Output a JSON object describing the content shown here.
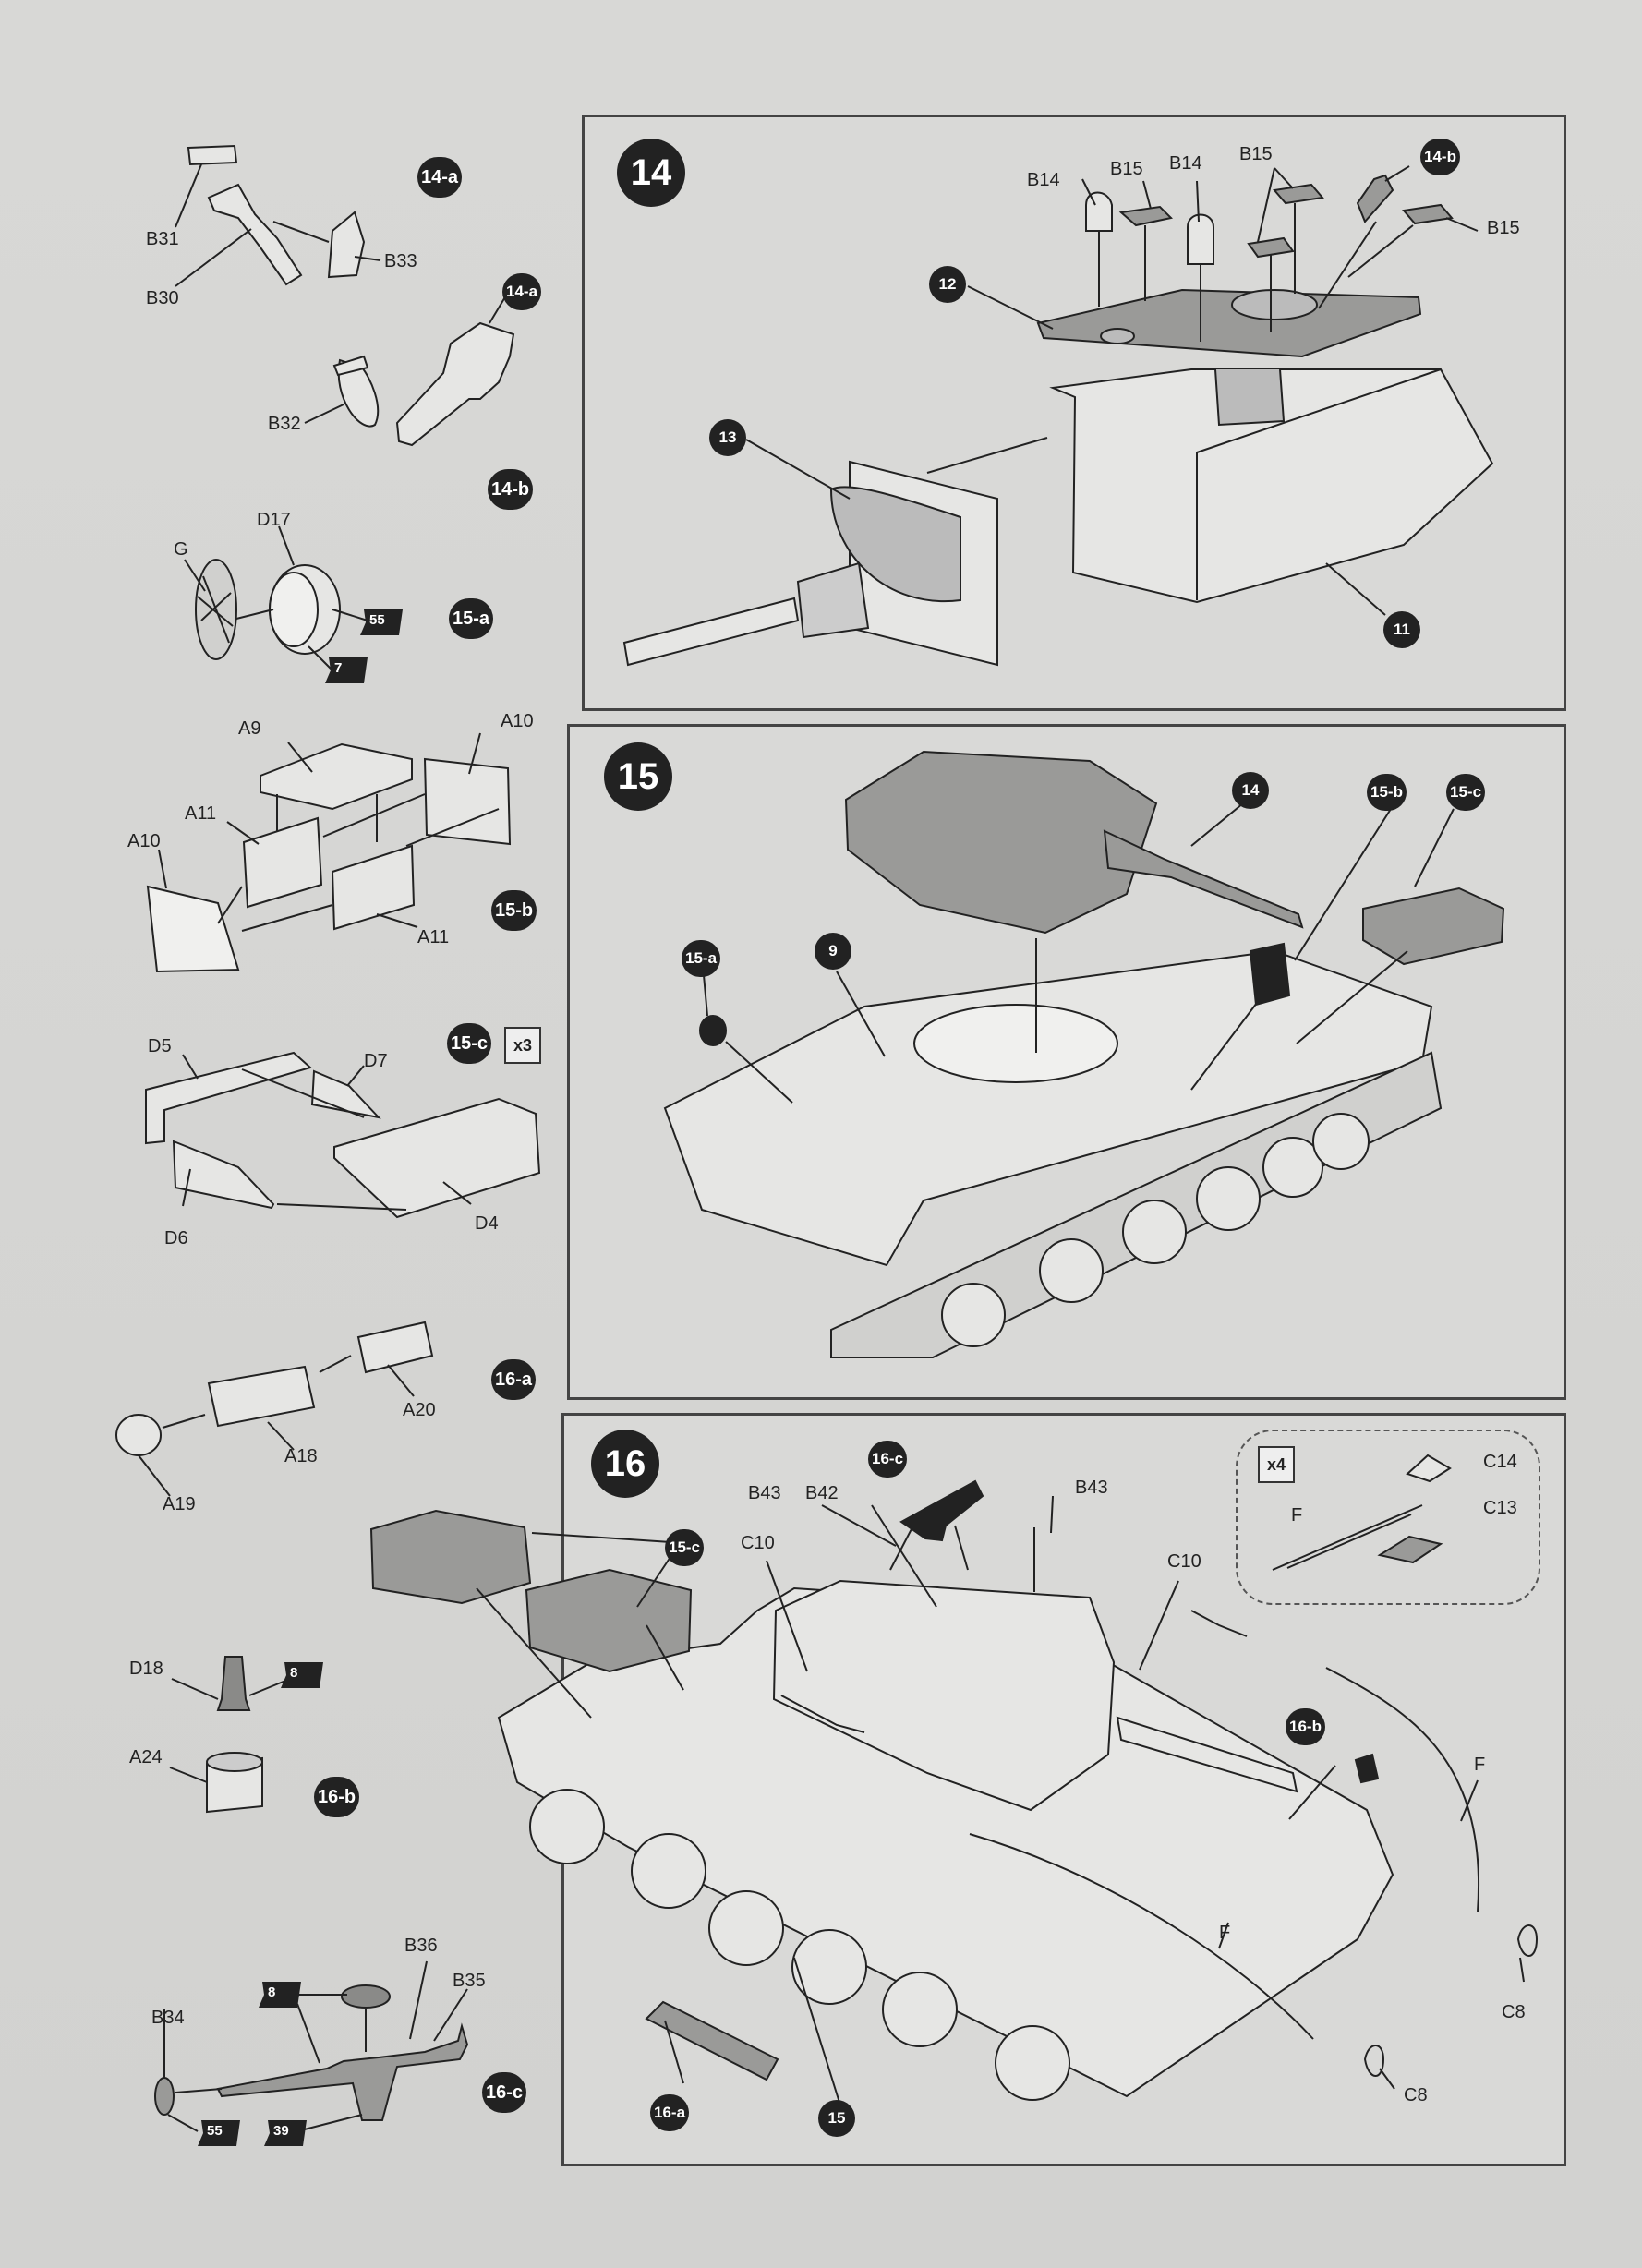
{
  "steps": {
    "s14": "14",
    "s15": "15",
    "s16": "16"
  },
  "subassemblies": {
    "t14a": "14-a",
    "t14b": "14-b",
    "t15a": "15-a",
    "t15b": "15-b",
    "t15c": "15-c",
    "t16a": "16-a",
    "t16b": "16-b",
    "t16c": "16-c"
  },
  "quantities": {
    "q15c": "x3",
    "q16": "x4"
  },
  "paints": {
    "p55": "55",
    "p7": "7",
    "p8": "8",
    "p39": "39"
  },
  "part_labels": {
    "B30": "B30",
    "B31": "B31",
    "B32": "B32",
    "B33": "B33",
    "B14": "B14",
    "B15": "B15",
    "B34": "B34",
    "B35": "B35",
    "B36": "B36",
    "B42": "B42",
    "B43": "B43",
    "G": "G",
    "D17": "D17",
    "D18": "D18",
    "D4": "D4",
    "D5": "D5",
    "D6": "D6",
    "D7": "D7",
    "A9": "A9",
    "A10": "A10",
    "A11": "A11",
    "A18": "A18",
    "A19": "A19",
    "A20": "A20",
    "A24": "A24",
    "C8": "C8",
    "C10": "C10",
    "C13": "C13",
    "C14": "C14",
    "F": "F"
  },
  "callouts": {
    "c9": "9",
    "c11": "11",
    "c12": "12",
    "c13": "13",
    "c14": "14",
    "c15": "15"
  },
  "colors": {
    "ink": "#222222",
    "paper": "#d8d8d6",
    "part_fill": "#9a9a98",
    "part_light": "#e6e6e4"
  }
}
